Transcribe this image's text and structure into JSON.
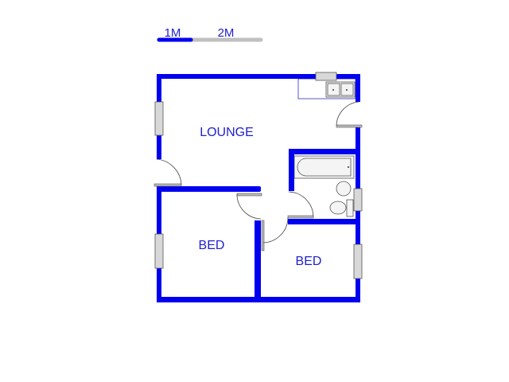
{
  "scale_bar": {
    "label_1": "1M",
    "label_2": "2M",
    "colors": {
      "filled": "#0000f0",
      "empty": "#c0c0c0"
    }
  },
  "rooms": [
    {
      "label": "LOUNGE"
    },
    {
      "label": "BED"
    },
    {
      "label": "BED"
    }
  ],
  "colors": {
    "wall": "#0000f0",
    "text": "#2020d0"
  }
}
